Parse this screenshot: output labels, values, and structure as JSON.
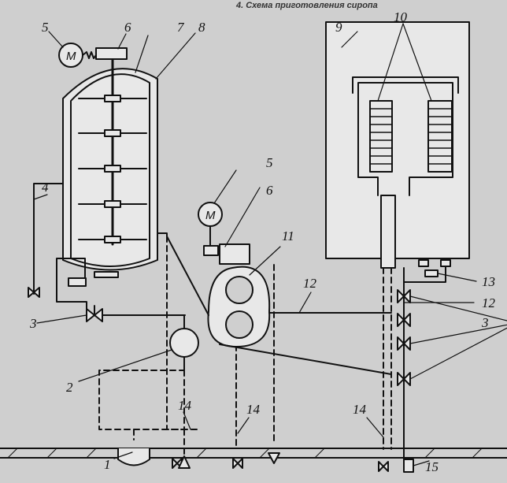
{
  "header_text": "4. Схема приготовления сиропа",
  "motor_letter": "M",
  "labels": {
    "l1": "1",
    "l2": "2",
    "l3a": "3",
    "l3b": "3",
    "l4": "4",
    "l5a": "5",
    "l5b": "5",
    "l6a": "6",
    "l6b": "6",
    "l7": "7",
    "l8": "8",
    "l9": "9",
    "l10": "10",
    "l11": "11",
    "l12a": "12",
    "l12b": "12",
    "l13": "13",
    "l14a": "14",
    "l14b": "14",
    "l14c": "14",
    "l15": "15"
  },
  "colors": {
    "paper": "#cfcfcf",
    "ink": "#111111",
    "fill": "#e8e8e8"
  }
}
